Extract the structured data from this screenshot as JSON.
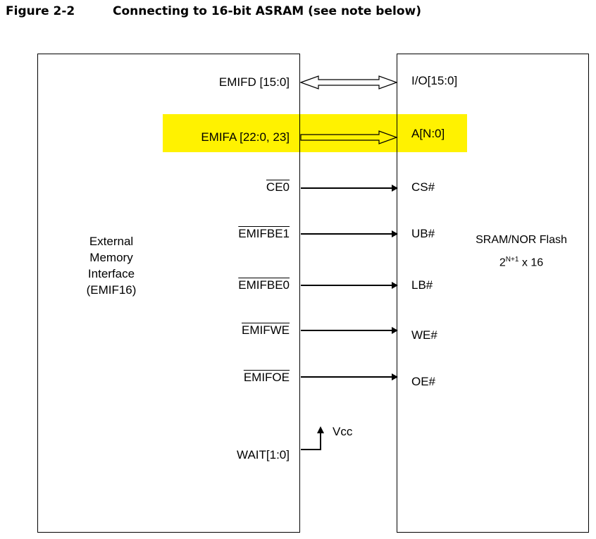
{
  "header": {
    "figure_number": "Figure 2-2",
    "title": "Connecting to 16-bit ASRAM (see note below)"
  },
  "colors": {
    "highlight": "#fff200",
    "line": "#000000"
  },
  "left_block": {
    "label_lines": [
      "External",
      "Memory",
      "Interface",
      "(EMIF16)"
    ]
  },
  "right_block": {
    "name": "SRAM/NOR Flash",
    "size_base": "2",
    "size_exp": "N+1",
    "size_suffix": " x 16"
  },
  "signals": {
    "emifd": "EMIFD [15:0]",
    "emifa": "EMIFA [22:0, 23]",
    "ce0": "CE0",
    "emifbe1": "EMIFBE1",
    "emifbe0": "EMIFBE0",
    "emifwe": "EMIFWE",
    "emifoe": "EMIFOE",
    "wait": "WAIT[1:0]",
    "vcc": "Vcc"
  },
  "pins": {
    "io": "I/O[15:0]",
    "addr": "A[N:0]",
    "cs": "CS#",
    "ub": "UB#",
    "lb": "LB#",
    "we": "WE#",
    "oe": "OE#"
  }
}
